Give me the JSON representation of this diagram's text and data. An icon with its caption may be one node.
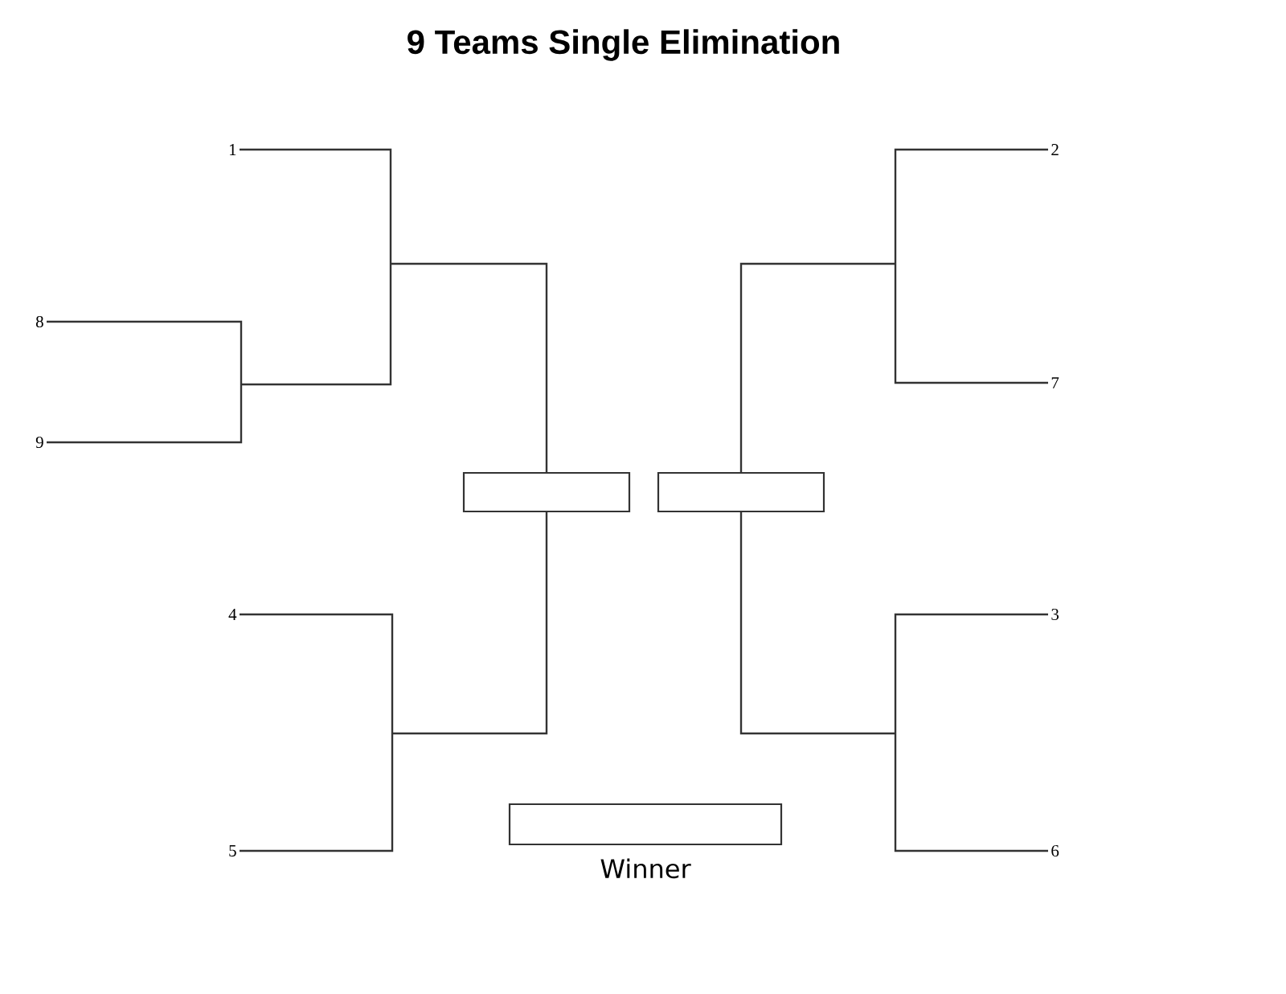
{
  "diagram": {
    "title": "9 Teams Single Elimination",
    "nodes": [
      {
        "text": [
          "1"
        ]
      },
      {
        "text": [
          "2"
        ]
      },
      {
        "text": [
          "8"
        ]
      },
      {
        "text": [
          "7"
        ]
      },
      {
        "text": [
          "9"
        ]
      },
      {
        "text": [],
        "shape": "box"
      },
      {
        "text": [],
        "shape": "box"
      },
      {
        "text": [
          "4"
        ]
      },
      {
        "text": [
          "3"
        ]
      },
      {
        "text": [],
        "shape": "box",
        "beside": [
          "Winner"
        ]
      },
      {
        "text": [
          "5"
        ]
      },
      {
        "text": [
          "6"
        ]
      }
    ],
    "edges": [
      {
        "from": 0,
        "to": 5,
        "arrow": "none"
      },
      {
        "from": 2,
        "to": 5,
        "arrow": "none"
      },
      {
        "from": 4,
        "to": 5,
        "arrow": "none"
      },
      {
        "from": 7,
        "to": 5,
        "arrow": "none"
      },
      {
        "from": 10,
        "to": 5,
        "arrow": "none"
      },
      {
        "from": 1,
        "to": 6,
        "arrow": "none"
      },
      {
        "from": 3,
        "to": 6,
        "arrow": "none"
      },
      {
        "from": 8,
        "to": 6,
        "arrow": "none"
      },
      {
        "from": 11,
        "to": 6,
        "arrow": "none"
      }
    ]
  }
}
